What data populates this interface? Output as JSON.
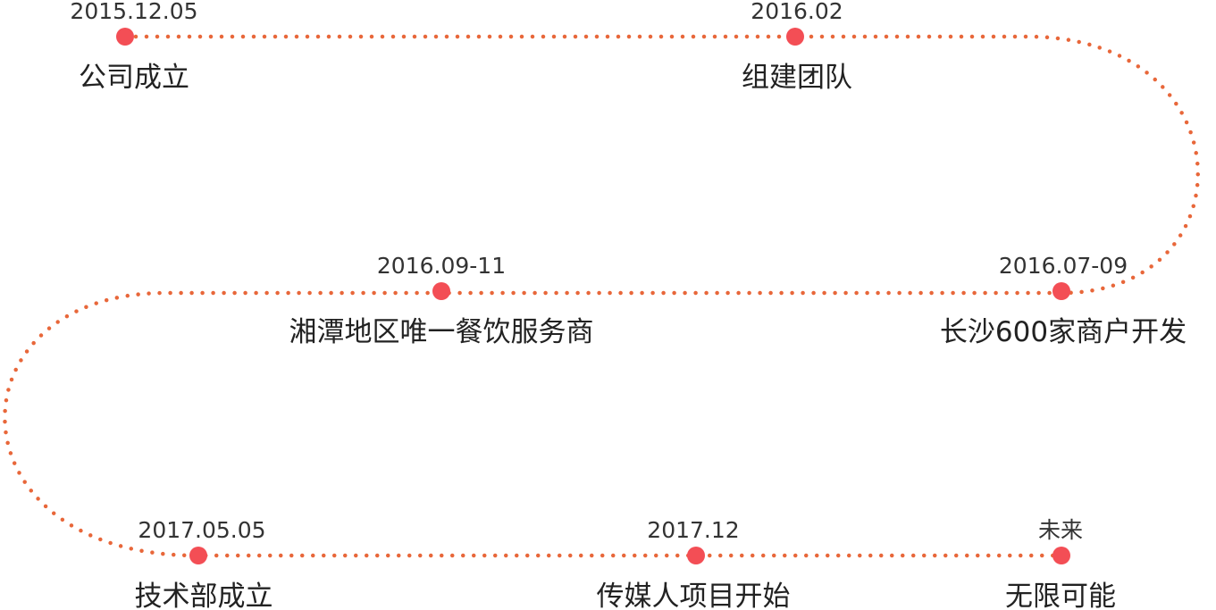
{
  "timeline": {
    "line_color": "#e8673a",
    "dot_color": "#f34e55",
    "milestones": [
      {
        "date": "2015.12.05",
        "label": "公司成立"
      },
      {
        "date": "2016.02",
        "label": "组建团队"
      },
      {
        "date": "2016.07-09",
        "label": "长沙600家商户开发"
      },
      {
        "date": "2016.09-11",
        "label": "湘潭地区唯一餐饮服务商"
      },
      {
        "date": "2017.05.05",
        "label": "技术部成立"
      },
      {
        "date": "2017.12",
        "label": "传媒人项目开始"
      },
      {
        "date": "未来",
        "label": "无限可能"
      }
    ]
  }
}
